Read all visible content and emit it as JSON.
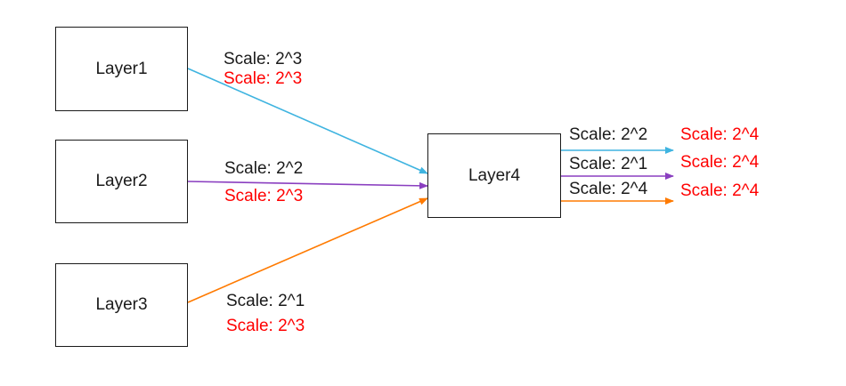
{
  "nodes": {
    "layer1": "Layer1",
    "layer2": "Layer2",
    "layer3": "Layer3",
    "layer4": "Layer4"
  },
  "edges": {
    "layer1_to_layer4": {
      "scale": "Scale: 2^3",
      "scale_new": "Scale: 2^3",
      "color": "#3fb4e0"
    },
    "layer2_to_layer4": {
      "scale": "Scale: 2^2",
      "scale_new": "Scale: 2^3",
      "color": "#8a3fc0"
    },
    "layer3_to_layer4": {
      "scale": "Scale: 2^1",
      "scale_new": "Scale: 2^3",
      "color": "#ff7a00"
    },
    "out_1": {
      "scale": "Scale: 2^2",
      "scale_new": "Scale: 2^4",
      "color": "#3fb4e0"
    },
    "out_2": {
      "scale": "Scale: 2^1",
      "scale_new": "Scale: 2^4",
      "color": "#8a3fc0"
    },
    "out_3": {
      "scale": "Scale: 2^4",
      "scale_new": "Scale: 2^4",
      "color": "#ff7a00"
    }
  },
  "colors": {
    "new_scale_text": "#ff0000",
    "box_border": "#1a1a1a"
  }
}
